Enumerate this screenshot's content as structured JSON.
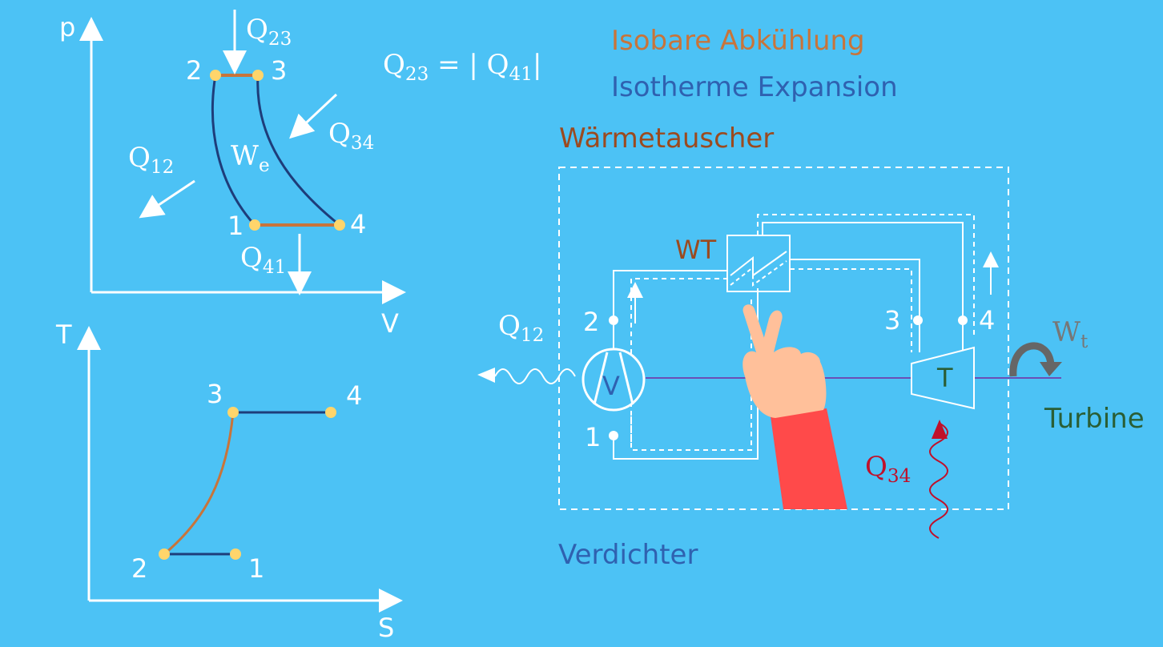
{
  "colors": {
    "background": "#4cc2f5",
    "isobar": "#c8743a",
    "isotherm": "#1e3d7a",
    "point": "#ffd56b",
    "shaft": "#6b4fb5",
    "heat_in": "#c0102a"
  },
  "pv_diagram": {
    "axis_y": "p",
    "axis_x": "V",
    "points": [
      "1",
      "2",
      "3",
      "4"
    ],
    "work_label": {
      "base": "W",
      "sub": "e"
    },
    "q23": {
      "base": "Q",
      "sub": "23"
    },
    "q34": {
      "base": "Q",
      "sub": "34"
    },
    "q12": {
      "base": "Q",
      "sub": "12"
    },
    "q41": {
      "base": "Q",
      "sub": "41"
    }
  },
  "ts_diagram": {
    "axis_y": "T",
    "axis_x": "S",
    "points": [
      "1",
      "2",
      "3",
      "4"
    ]
  },
  "equation": {
    "left": "Q",
    "left_sub": "23",
    "middle": "= |",
    "right": "Q",
    "right_sub": "41",
    "end": "|"
  },
  "legend": {
    "isobar": "Isobare Abkühlung",
    "isotherm": "Isotherme Expansion"
  },
  "schematic": {
    "heat_exchanger_title": "Wärmetauscher",
    "wt_label": "WT",
    "compressor_symbol": "V",
    "turbine_symbol": "T",
    "node_2": "2",
    "node_1": "1",
    "node_3": "3",
    "node_4": "4",
    "q12": {
      "base": "Q",
      "sub": "12"
    },
    "q34": {
      "base": "Q",
      "sub": "34"
    },
    "wt_work": {
      "base": "W",
      "sub": "t"
    },
    "turbine_label": "Turbine",
    "compressor_label": "Verdichter"
  }
}
